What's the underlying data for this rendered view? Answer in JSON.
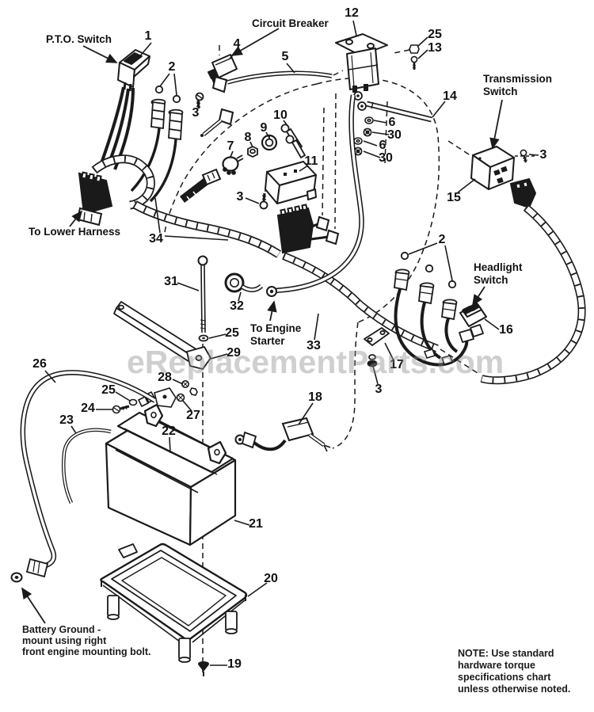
{
  "watermark": "eReplacementParts.com",
  "labels": {
    "pto_switch": "P.T.O. Switch",
    "circuit_breaker": "Circuit Breaker",
    "transmission_1": "Transmission",
    "transmission_2": "Switch",
    "headlight_1": "Headlight",
    "headlight_2": "Switch",
    "to_lower_harness": "To Lower Harness",
    "to_engine_1": "To Engine",
    "to_engine_2": "Starter",
    "battery_ground_1": "Battery Ground -",
    "battery_ground_2": "mount using right",
    "battery_ground_3": "front engine mounting bolt."
  },
  "note": {
    "line1": "NOTE:  Use standard",
    "line2": "hardware torque",
    "line3": "specifications chart",
    "line4": "unless otherwise noted."
  },
  "callouts": {
    "c1": "1",
    "c2a": "2",
    "c2b": "2",
    "c3a": "3",
    "c3b": "3",
    "c3c": "3",
    "c3d": "3",
    "c4": "4",
    "c5": "5",
    "c6a": "6",
    "c6b": "6",
    "c7": "7",
    "c8": "8",
    "c9": "9",
    "c10": "10",
    "c11": "11",
    "c12": "12",
    "c13": "13",
    "c14": "14",
    "c15": "15",
    "c16": "16",
    "c17": "17",
    "c18": "18",
    "c19": "19",
    "c20": "20",
    "c21": "21",
    "c22": "22",
    "c23": "23",
    "c24": "24",
    "c25a": "25",
    "c25b": "25",
    "c25c": "25",
    "c26": "26",
    "c27": "27",
    "c28": "28",
    "c29": "29",
    "c30a": "30",
    "c30b": "30",
    "c31": "31",
    "c32": "32",
    "c33": "33",
    "c34": "34"
  },
  "colors": {
    "ink": "#1a1a1a",
    "watermark_gray": "#8f8f8f"
  }
}
